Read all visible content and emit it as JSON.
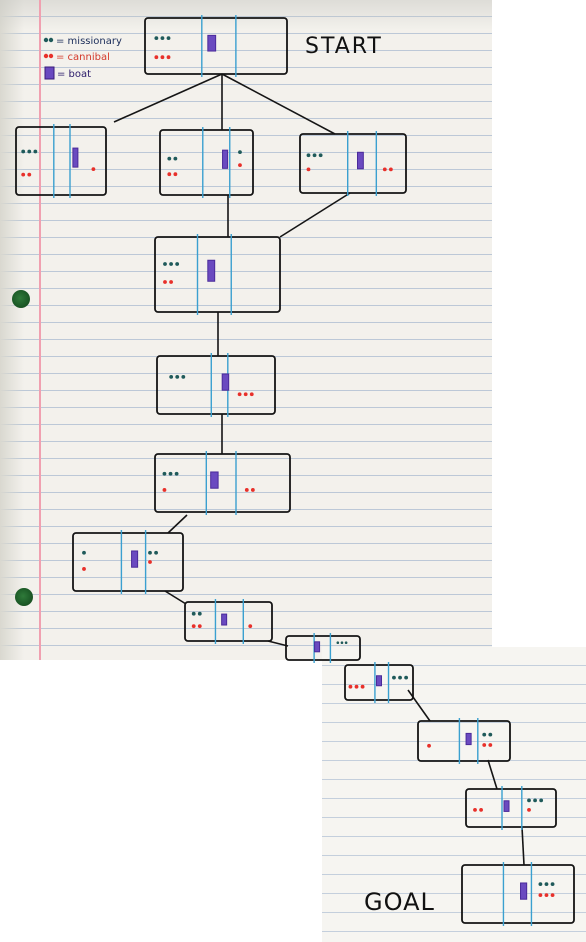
{
  "legend": {
    "missionary": "= missionary",
    "cannibal": "= cannibal",
    "boat": "= boat"
  },
  "labels": {
    "start": "START",
    "goal": "GOAL"
  },
  "colors": {
    "missionary": "#1f5a5a",
    "cannibal": "#e8302a",
    "boat": "#4a2a9a",
    "river": "#3aa0d0",
    "ink": "#151515"
  }
}
